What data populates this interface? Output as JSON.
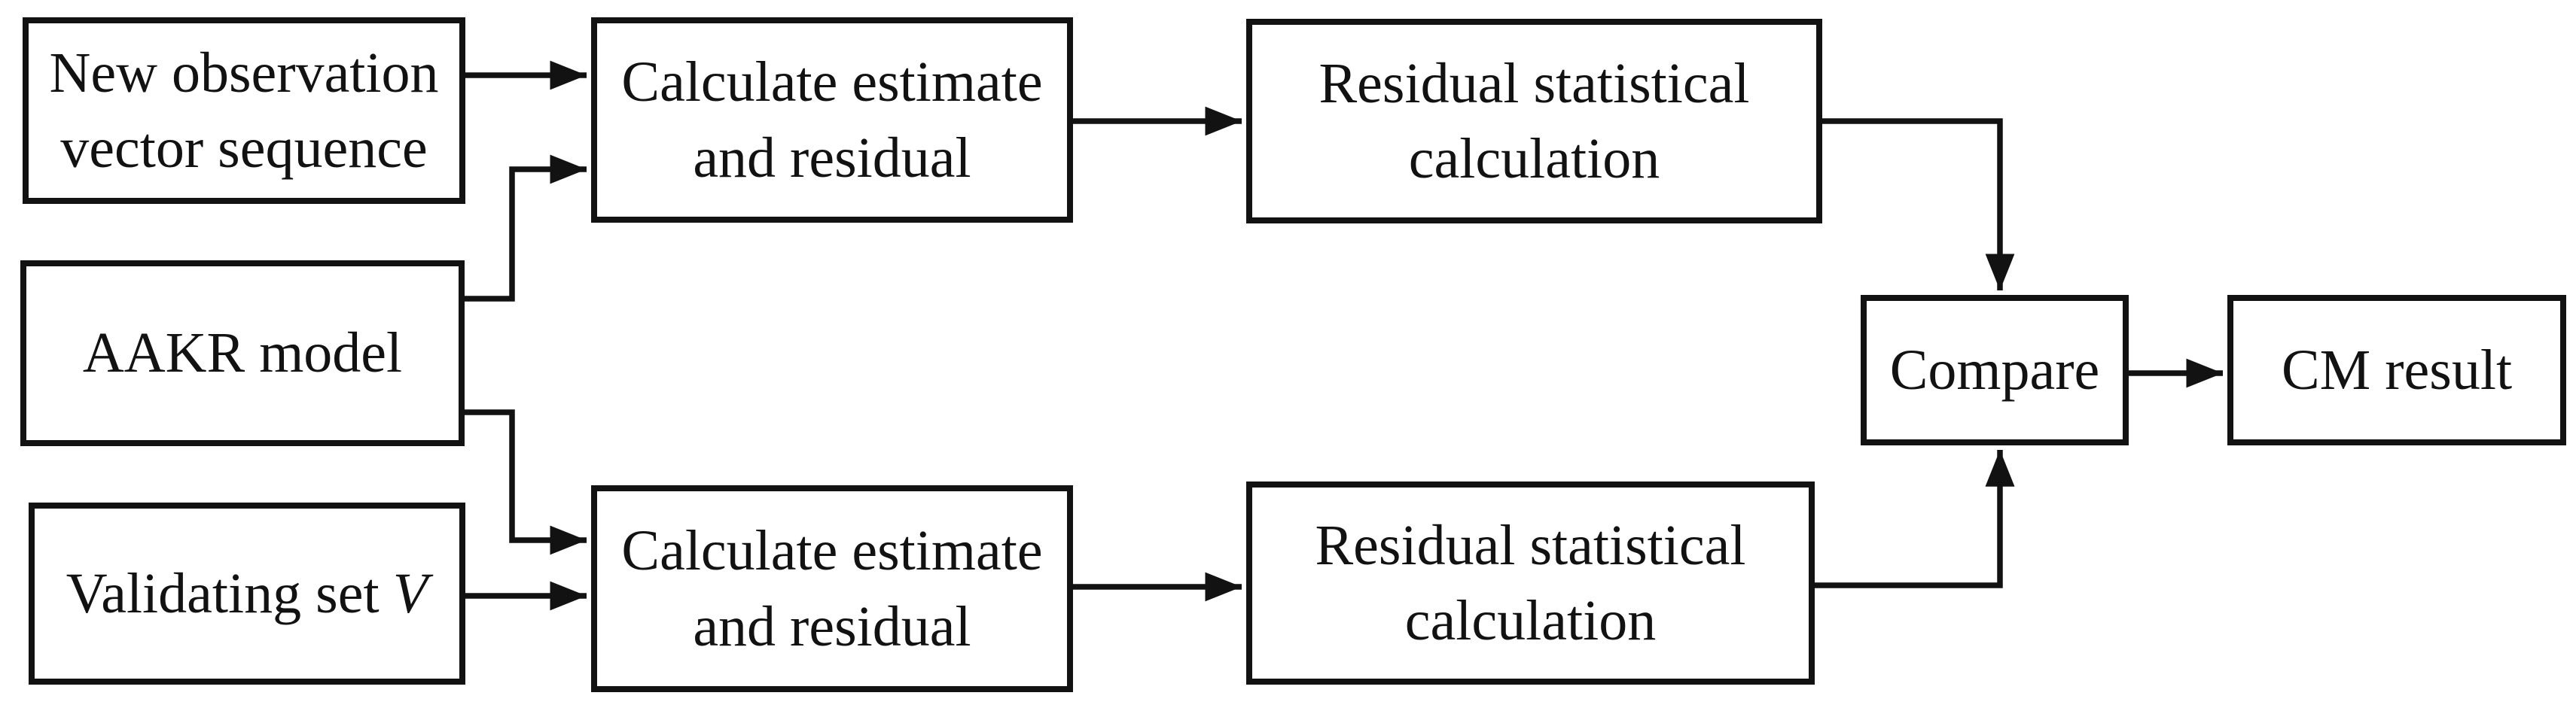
{
  "diagram": {
    "background_color": "#ffffff",
    "line_color": "#121212",
    "text_color": "#121212",
    "nodes": {
      "new_observation": {
        "label": "New observation\nvector sequence"
      },
      "aakr_model": {
        "label": "AAKR model"
      },
      "validating_set": {
        "label": "Validating set",
        "variable": "V"
      },
      "calc_estimate_top": {
        "label": "Calculate estimate\nand residual"
      },
      "calc_estimate_bottom": {
        "label": "Calculate estimate\nand residual"
      },
      "residual_stat_top": {
        "label": "Residual statistical\ncalculation"
      },
      "residual_stat_bottom": {
        "label": "Residual statistical\ncalculation"
      },
      "compare": {
        "label": "Compare"
      },
      "cm_result": {
        "label": "CM result"
      }
    }
  }
}
